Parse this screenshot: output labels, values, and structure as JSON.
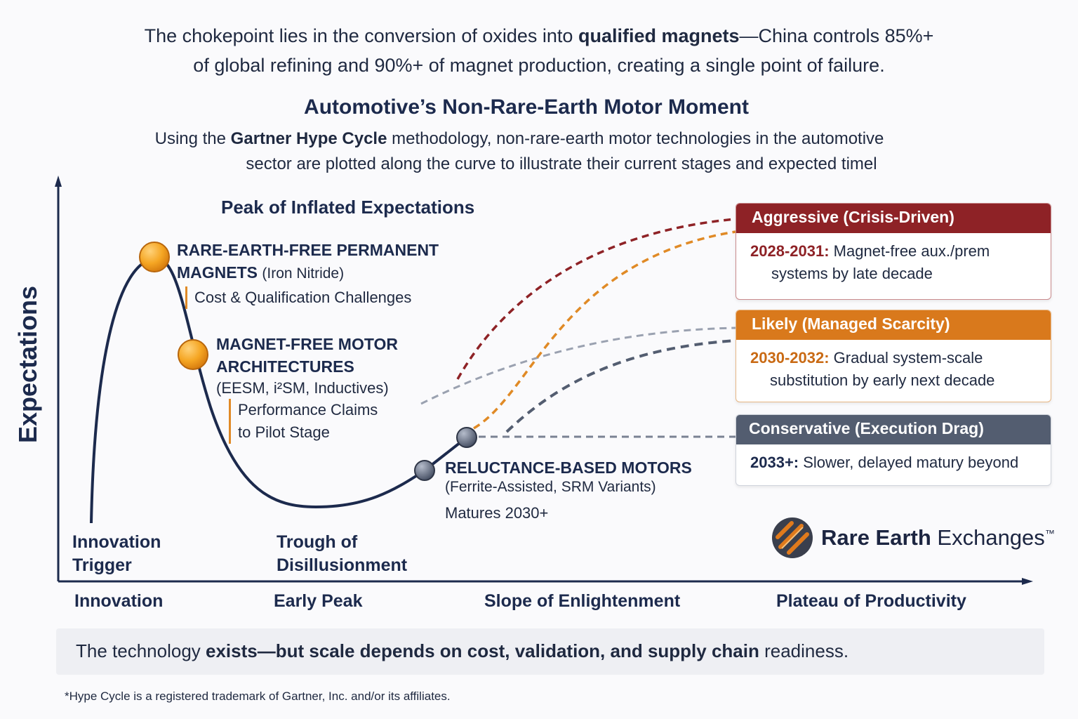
{
  "intro": {
    "line1_pre": "The chokepoint lies in the conversion of oxides into ",
    "line1_bold": "qualified magnets",
    "line1_post": "—China controls 85%+",
    "line2": "of global refining and 90%+ of magnet production, creating a single point of failure."
  },
  "title": "Automotive’s Non-Rare-Earth Motor Moment",
  "subtitle": {
    "pre": "Using the ",
    "bold": "Gartner Hype Cycle",
    "post": " methodology, non-rare-earth motor technologies in the automotive",
    "line2": "sector are plotted along the curve to illustrate their current stages and expected timel"
  },
  "chart": {
    "y_axis_label": "Expectations",
    "peak_label": "Peak of Inflated Expectations",
    "phases": [
      {
        "line1": "Innovation",
        "line2": "Trigger"
      },
      {
        "line1": "Trough of",
        "line2": "Disillusionment"
      }
    ],
    "x_labels": [
      "Innovation",
      "Early Peak",
      "Slope of Enlightenment",
      "Plateau of Productivity"
    ],
    "technologies": [
      {
        "title1": "RARE-EARTH-FREE PERMANENT",
        "title2": "MAGNETS",
        "detail": "(Iron Nitride)",
        "note": "Cost & Qualification Challenges"
      },
      {
        "title1": "MAGNET-FREE MOTOR",
        "title2": "ARCHITECTURES",
        "detail": "(EESM, i²SM, Inductives)",
        "note1": "Performance Claims",
        "note2": "to Pilot Stage"
      },
      {
        "title1": "RELUCTANCE-BASED MOTORS",
        "detail": "(Ferrite-Assisted, SRM Variants)",
        "note": "Matures 2030+"
      }
    ]
  },
  "scenarios": [
    {
      "header": "Aggressive (Crisis-Driven)",
      "years": "2028-2031:",
      "text1": "Magnet-free aux./prem",
      "text2": "systems by late decade",
      "color": "#8e2226"
    },
    {
      "header": "Likely (Managed Scarcity)",
      "years": "2030-2032:",
      "text1": "Gradual system-scale",
      "text2": "substitution by early next decade",
      "color": "#d9791c"
    },
    {
      "header": "Conservative (Execution Drag)",
      "years": "2033+:",
      "text1": "Slower, delayed matury beyond",
      "color": "#535d70"
    }
  ],
  "logo": {
    "bold": "Rare Earth",
    "light": "Exchanges",
    "tm": "™"
  },
  "banner": {
    "pre": "The technology ",
    "bold": "exists—but scale depends on cost, validation, and supply chain",
    "post": " readiness."
  },
  "footnote": "*Hype Cycle is a registered trademark of Gartner, Inc. and/or its affiliates."
}
